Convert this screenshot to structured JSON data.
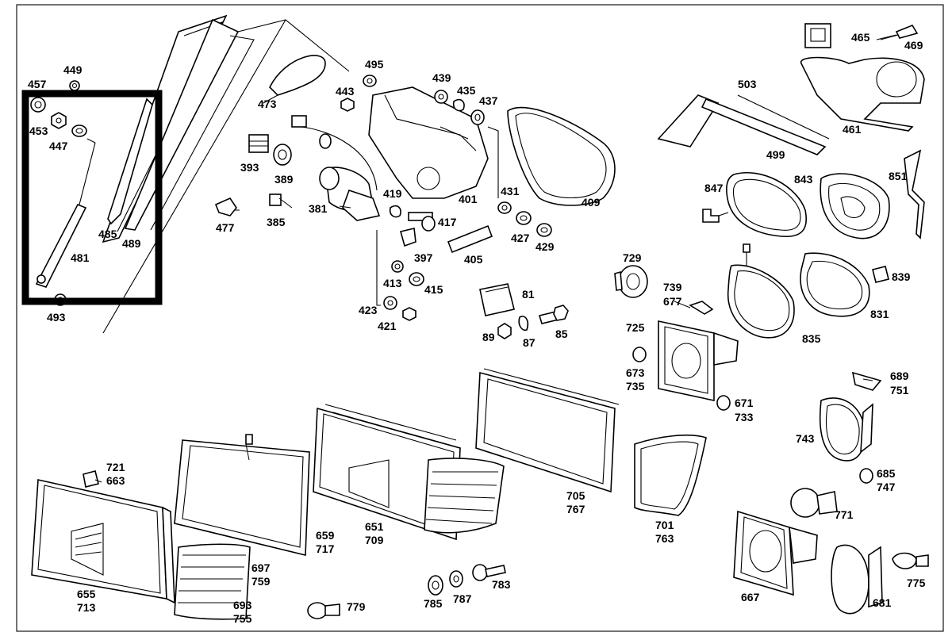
{
  "diagram": {
    "highlighted_group": [
      "457",
      "449",
      "453",
      "447",
      "485",
      "489",
      "481",
      "493"
    ],
    "labels": [
      {
        "id": "457",
        "text": "457"
      },
      {
        "id": "449",
        "text": "449"
      },
      {
        "id": "453",
        "text": "453"
      },
      {
        "id": "447",
        "text": "447"
      },
      {
        "id": "485",
        "text": "485"
      },
      {
        "id": "489",
        "text": "489"
      },
      {
        "id": "481",
        "text": "481"
      },
      {
        "id": "493",
        "text": "493"
      },
      {
        "id": "473",
        "text": "473"
      },
      {
        "id": "495",
        "text": "495"
      },
      {
        "id": "443",
        "text": "443"
      },
      {
        "id": "439",
        "text": "439"
      },
      {
        "id": "435",
        "text": "435"
      },
      {
        "id": "437",
        "text": "437"
      },
      {
        "id": "393",
        "text": "393"
      },
      {
        "id": "389",
        "text": "389"
      },
      {
        "id": "381",
        "text": "381"
      },
      {
        "id": "385",
        "text": "385"
      },
      {
        "id": "477",
        "text": "477"
      },
      {
        "id": "419",
        "text": "419"
      },
      {
        "id": "417",
        "text": "417"
      },
      {
        "id": "401",
        "text": "401"
      },
      {
        "id": "431",
        "text": "431"
      },
      {
        "id": "427",
        "text": "427"
      },
      {
        "id": "429",
        "text": "429"
      },
      {
        "id": "409",
        "text": "409"
      },
      {
        "id": "397",
        "text": "397"
      },
      {
        "id": "405",
        "text": "405"
      },
      {
        "id": "413",
        "text": "413"
      },
      {
        "id": "415",
        "text": "415"
      },
      {
        "id": "423",
        "text": "423"
      },
      {
        "id": "421",
        "text": "421"
      },
      {
        "id": "81",
        "text": "81"
      },
      {
        "id": "89",
        "text": "89"
      },
      {
        "id": "87",
        "text": "87"
      },
      {
        "id": "85",
        "text": "85"
      },
      {
        "id": "465",
        "text": "465"
      },
      {
        "id": "469",
        "text": "469"
      },
      {
        "id": "503",
        "text": "503"
      },
      {
        "id": "499",
        "text": "499"
      },
      {
        "id": "461",
        "text": "461"
      },
      {
        "id": "847",
        "text": "847"
      },
      {
        "id": "843",
        "text": "843"
      },
      {
        "id": "851",
        "text": "851"
      },
      {
        "id": "839",
        "text": "839"
      },
      {
        "id": "831",
        "text": "831"
      },
      {
        "id": "835",
        "text": "835"
      },
      {
        "id": "729",
        "text": "729"
      },
      {
        "id": "739",
        "text": "739"
      },
      {
        "id": "677",
        "text": "677"
      },
      {
        "id": "725",
        "text": "725"
      },
      {
        "id": "673",
        "text": "673"
      },
      {
        "id": "735",
        "text": "735"
      },
      {
        "id": "671",
        "text": "671"
      },
      {
        "id": "733",
        "text": "733"
      },
      {
        "id": "689",
        "text": "689"
      },
      {
        "id": "751",
        "text": "751"
      },
      {
        "id": "743",
        "text": "743"
      },
      {
        "id": "685",
        "text": "685"
      },
      {
        "id": "747",
        "text": "747"
      },
      {
        "id": "771",
        "text": "771"
      },
      {
        "id": "721",
        "text": "721"
      },
      {
        "id": "663",
        "text": "663"
      },
      {
        "id": "655",
        "text": "655"
      },
      {
        "id": "713",
        "text": "713"
      },
      {
        "id": "659",
        "text": "659"
      },
      {
        "id": "717",
        "text": "717"
      },
      {
        "id": "697",
        "text": "697"
      },
      {
        "id": "759",
        "text": "759"
      },
      {
        "id": "693",
        "text": "693"
      },
      {
        "id": "755",
        "text": "755"
      },
      {
        "id": "779",
        "text": "779"
      },
      {
        "id": "651",
        "text": "651"
      },
      {
        "id": "709",
        "text": "709"
      },
      {
        "id": "705",
        "text": "705"
      },
      {
        "id": "767",
        "text": "767"
      },
      {
        "id": "785",
        "text": "785"
      },
      {
        "id": "787",
        "text": "787"
      },
      {
        "id": "783",
        "text": "783"
      },
      {
        "id": "701",
        "text": "701"
      },
      {
        "id": "763",
        "text": "763"
      },
      {
        "id": "667",
        "text": "667"
      },
      {
        "id": "681",
        "text": "681"
      },
      {
        "id": "775",
        "text": "775"
      }
    ]
  }
}
